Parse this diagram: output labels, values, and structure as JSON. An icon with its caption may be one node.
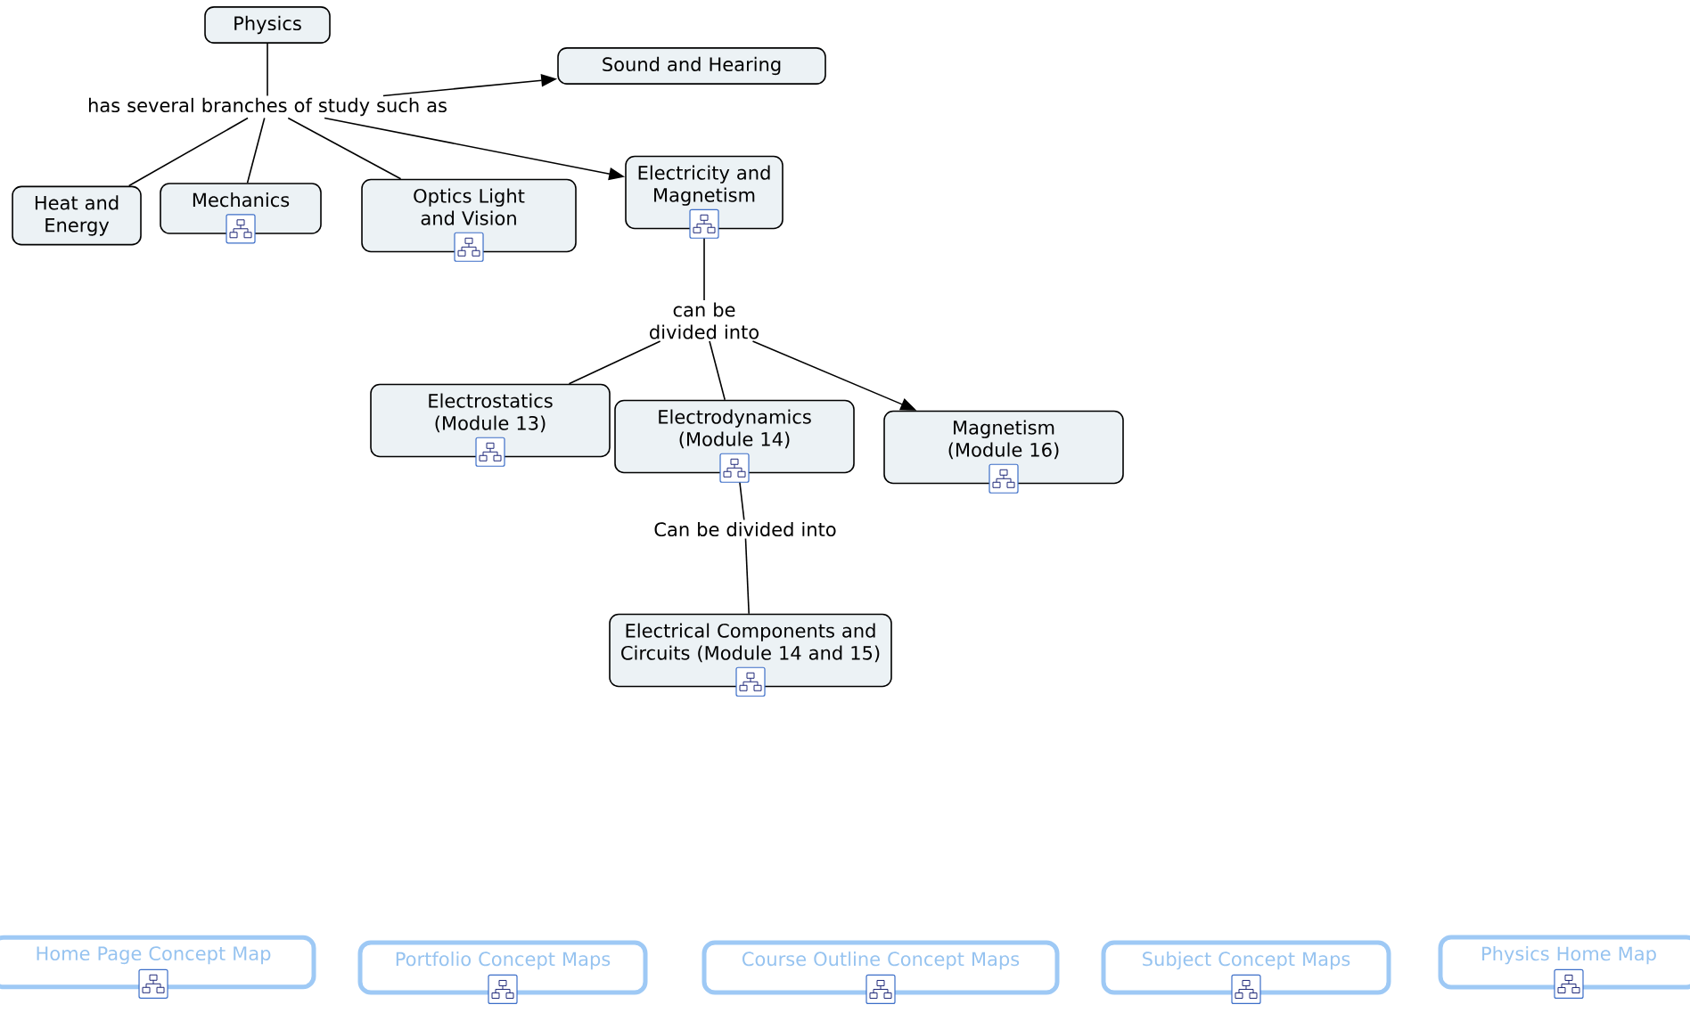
{
  "diagram": {
    "nodes": [
      {
        "text": [
          "Physics"
        ]
      },
      {
        "text": [
          "has several branches of study such as"
        ]
      },
      {
        "text": [
          "Sound and Hearing"
        ]
      },
      {
        "text": [
          "Heat and Energy"
        ]
      },
      {
        "text": [
          "Mechanics"
        ]
      },
      {
        "text": [
          "Optics Light and Vision"
        ]
      },
      {
        "text": [
          "Electricity and Magnetism"
        ]
      },
      {
        "text": [
          "can be divided into"
        ]
      },
      {
        "text": [
          "Electrostatics (Module 13)"
        ]
      },
      {
        "text": [
          "Electrodynamics (Module 14)"
        ]
      },
      {
        "text": [
          "Magnetism (Module 16)"
        ]
      },
      {
        "text": [
          "Can be divided into"
        ]
      },
      {
        "text": [
          "Electrical Components and Circuits (Module 14 and 15)"
        ]
      },
      {
        "text": [
          "Home Page Concept Map"
        ]
      },
      {
        "text": [
          "Portfolio Concept Maps"
        ]
      },
      {
        "text": [
          "Course Outline Concept Maps"
        ]
      },
      {
        "text": [
          "Subject Concept Maps"
        ]
      },
      {
        "text": [
          "Physics Home Map"
        ]
      }
    ],
    "edges": [
      {
        "from": 0,
        "to": 1,
        "arrow": "none"
      },
      {
        "from": 1,
        "to": 2,
        "arrow": "to"
      },
      {
        "from": 1,
        "to": 3,
        "arrow": "none"
      },
      {
        "from": 1,
        "to": 4,
        "arrow": "none"
      },
      {
        "from": 1,
        "to": 5,
        "arrow": "none"
      },
      {
        "from": 1,
        "to": 6,
        "arrow": "to"
      },
      {
        "from": 6,
        "to": 7,
        "arrow": "none"
      },
      {
        "from": 7,
        "to": 8,
        "arrow": "none"
      },
      {
        "from": 7,
        "to": 9,
        "arrow": "none"
      },
      {
        "from": 7,
        "to": 10,
        "arrow": "to"
      },
      {
        "from": 9,
        "to": 11,
        "arrow": "none"
      },
      {
        "from": 11,
        "to": 12,
        "arrow": "none"
      }
    ]
  }
}
